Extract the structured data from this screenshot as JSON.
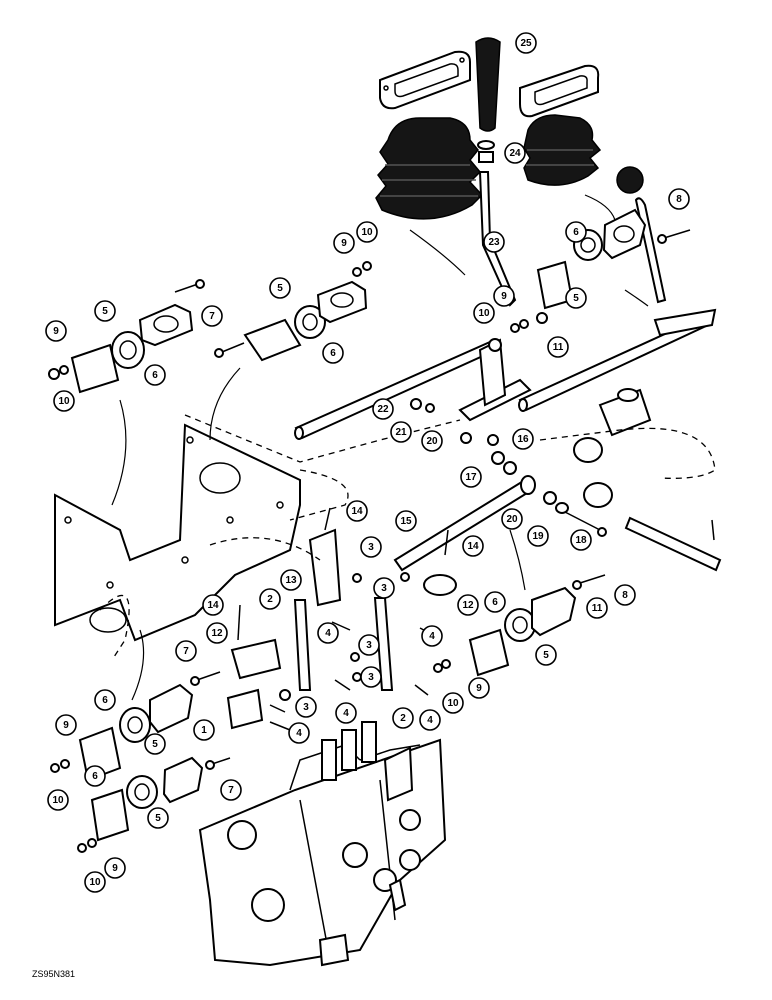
{
  "drawing_id": "ZS95N381",
  "callouts": [
    {
      "label": "25"
    },
    {
      "label": "24"
    },
    {
      "label": "23"
    },
    {
      "label": "8"
    },
    {
      "label": "6"
    },
    {
      "label": "5"
    },
    {
      "label": "11"
    },
    {
      "label": "10"
    },
    {
      "label": "9"
    },
    {
      "label": "10"
    },
    {
      "label": "9"
    },
    {
      "label": "5"
    },
    {
      "label": "7"
    },
    {
      "label": "6"
    },
    {
      "label": "5"
    },
    {
      "label": "9"
    },
    {
      "label": "6"
    },
    {
      "label": "10"
    },
    {
      "label": "22"
    },
    {
      "label": "21"
    },
    {
      "label": "20"
    },
    {
      "label": "16"
    },
    {
      "label": "17"
    },
    {
      "label": "20"
    },
    {
      "label": "19"
    },
    {
      "label": "18"
    },
    {
      "label": "14"
    },
    {
      "label": "15"
    },
    {
      "label": "14"
    },
    {
      "label": "3"
    },
    {
      "label": "13"
    },
    {
      "label": "3"
    },
    {
      "label": "12"
    },
    {
      "label": "2"
    },
    {
      "label": "14"
    },
    {
      "label": "12"
    },
    {
      "label": "7"
    },
    {
      "label": "4"
    },
    {
      "label": "3"
    },
    {
      "label": "4"
    },
    {
      "label": "3"
    },
    {
      "label": "1"
    },
    {
      "label": "4"
    },
    {
      "label": "3"
    },
    {
      "label": "4"
    },
    {
      "label": "2"
    },
    {
      "label": "4"
    },
    {
      "label": "6"
    },
    {
      "label": "11"
    },
    {
      "label": "8"
    },
    {
      "label": "5"
    },
    {
      "label": "9"
    },
    {
      "label": "10"
    },
    {
      "label": "6"
    },
    {
      "label": "5"
    },
    {
      "label": "9"
    },
    {
      "label": "10"
    },
    {
      "label": "6"
    },
    {
      "label": "7"
    },
    {
      "label": "5"
    },
    {
      "label": "9"
    },
    {
      "label": "10"
    }
  ]
}
